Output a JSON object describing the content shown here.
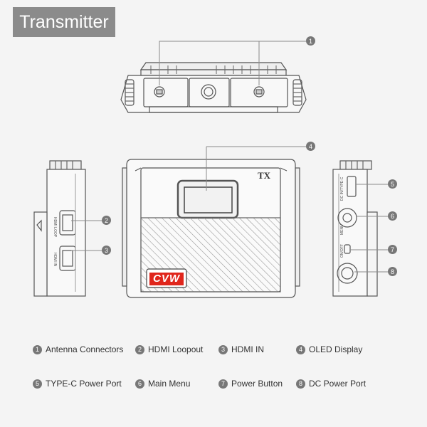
{
  "title": "Transmitter",
  "device": {
    "tx_label": "TX",
    "brand_logo": "CVW"
  },
  "port_labels": {
    "hdmi_loop": "HDMI LOOP",
    "hdmi_in": "HDMI IN",
    "type_c": "DC IN/TYPE-C",
    "menu": "MENU",
    "on_off": "ON/OFF"
  },
  "callouts": [
    "1",
    "2",
    "3",
    "4",
    "5",
    "6",
    "7",
    "8"
  ],
  "legend": [
    {
      "num": "1",
      "label": "Antenna Connectors"
    },
    {
      "num": "2",
      "label": "HDMI Loopout"
    },
    {
      "num": "3",
      "label": "HDMI IN"
    },
    {
      "num": "4",
      "label": "OLED Display"
    },
    {
      "num": "5",
      "label": "TYPE-C Power Port"
    },
    {
      "num": "6",
      "label": "Main Menu"
    },
    {
      "num": "7",
      "label": "Power Button"
    },
    {
      "num": "8",
      "label": "DC Power Port"
    }
  ],
  "colors": {
    "badge": "#8b8b8b",
    "callout": "#888888",
    "logo_red": "#e0261c",
    "outline": "#555555"
  }
}
